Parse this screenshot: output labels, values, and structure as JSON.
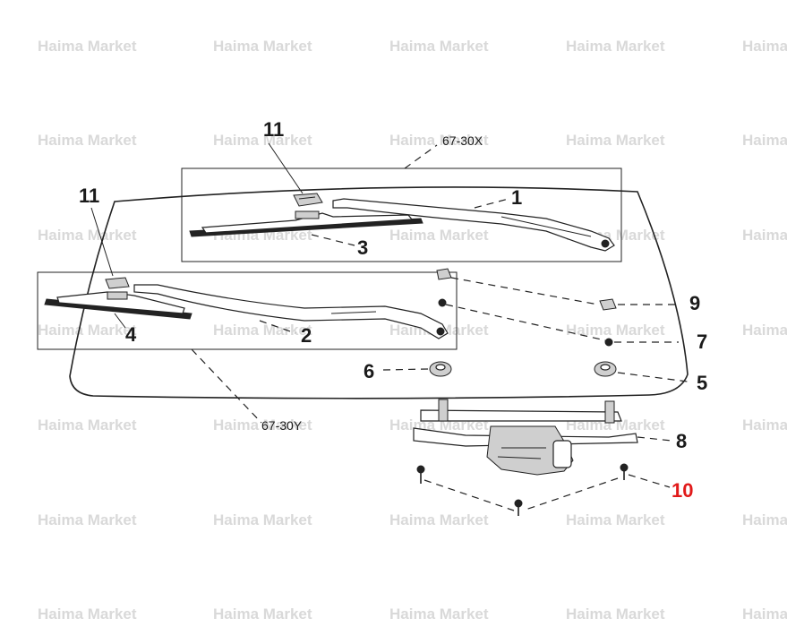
{
  "watermark": {
    "text": "Haima Market"
  },
  "refs": {
    "upper": "67-30X",
    "lower": "67-30Y"
  },
  "callouts": {
    "c1": "1",
    "c2": "2",
    "c3": "3",
    "c4": "4",
    "c5": "5",
    "c6": "6",
    "c7": "7",
    "c8": "8",
    "c9": "9",
    "c10": "10",
    "c11a": "11",
    "c11b": "11"
  },
  "colors": {
    "ink": "#222222",
    "highlight": "#e11a1a",
    "watermark": "#d9d9d9"
  }
}
